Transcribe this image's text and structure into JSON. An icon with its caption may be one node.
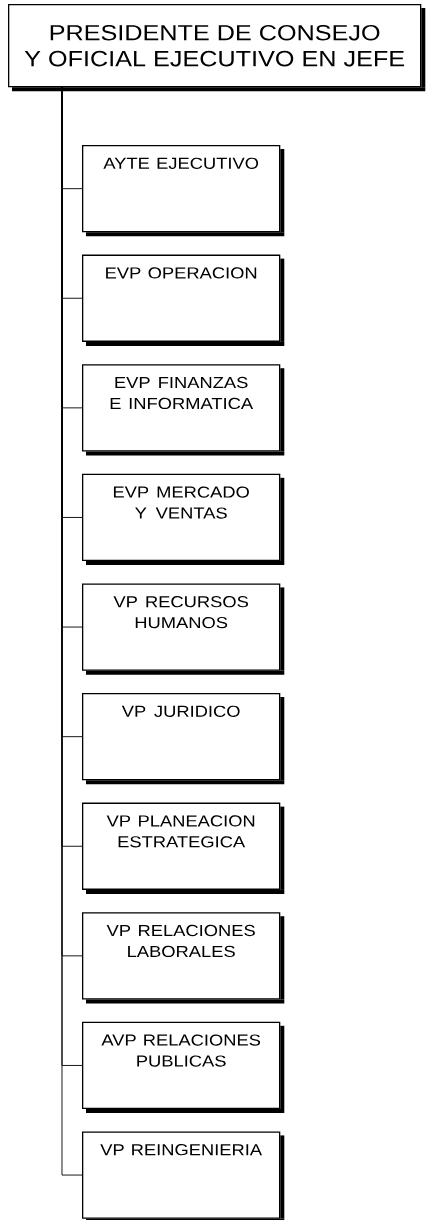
{
  "diagram": {
    "nodes": [
      {
        "text": [
          "PRESIDENTE DE CONSEJO Y OFICIAL EJECUTIVO EN JEFE"
        ]
      },
      {
        "text": [
          "AYTE EJECUTIVO"
        ]
      },
      {
        "text": [
          "EVP OPERACION"
        ]
      },
      {
        "text": [
          "EVP FINANZAS E INFORMATICA"
        ]
      },
      {
        "text": [
          "EVP MERCADO Y VENTAS"
        ]
      },
      {
        "text": [
          "VP RECURSOS HUMANOS"
        ]
      },
      {
        "text": [
          "VP JURIDICO"
        ]
      },
      {
        "text": [
          "VP PLANEACION ESTRATEGICA"
        ]
      },
      {
        "text": [
          "VP RELACIONES LABORALES"
        ]
      },
      {
        "text": [
          "AVP RELACIONES PUBLICAS"
        ]
      },
      {
        "text": [
          "VP REINGENIERIA"
        ]
      }
    ],
    "edges": [
      {
        "from": 0,
        "to": 1,
        "arrow": "none"
      },
      {
        "from": 0,
        "to": 2,
        "arrow": "none"
      },
      {
        "from": 0,
        "to": 3,
        "arrow": "none"
      },
      {
        "from": 0,
        "to": 4,
        "arrow": "none"
      },
      {
        "from": 0,
        "to": 5,
        "arrow": "none"
      },
      {
        "from": 0,
        "to": 6,
        "arrow": "none"
      },
      {
        "from": 0,
        "to": 7,
        "arrow": "none"
      },
      {
        "from": 0,
        "to": 8,
        "arrow": "none"
      },
      {
        "from": 0,
        "to": 9,
        "arrow": "none"
      },
      {
        "from": 0,
        "to": 10,
        "arrow": "none"
      }
    ]
  }
}
